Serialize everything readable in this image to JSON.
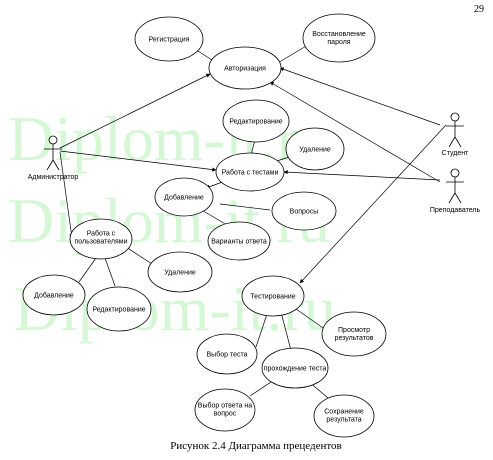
{
  "page_number": "29",
  "caption": "Рисунок 2.4 Диаграмма прецедентов",
  "watermark": [
    "Diplom-it.ru",
    "Diplom-it.ru",
    "Diplom-it.ru"
  ],
  "actors": {
    "admin": "Администратор",
    "student": "Студент",
    "teacher": "Преподаватель"
  },
  "use_cases": {
    "registration": "Регистрация",
    "authorization": "Авторизация",
    "password_recovery": [
      "Восстановление",
      "пароля"
    ],
    "editing_top": "Редактирование",
    "deletion_top": "Удаление",
    "work_with_tests": "Работа с тестами",
    "adding_top": "Добавление",
    "questions": "Вопросы",
    "answer_options": "Варианты ответа",
    "work_with_users": [
      "Работа с",
      "пользователями"
    ],
    "deletion_bottom": "Удаление",
    "adding_bottom": "Добавление",
    "editing_bottom": "Редактирование",
    "testing": "Тестирование",
    "view_results": [
      "Просмотр",
      "результатов"
    ],
    "choose_test": "Выбор теста",
    "taking_test": "прохождение теста",
    "choose_answer": [
      "Выбор ответа на",
      "вопрос"
    ],
    "save_result": [
      "Сохранение",
      "результата"
    ]
  }
}
